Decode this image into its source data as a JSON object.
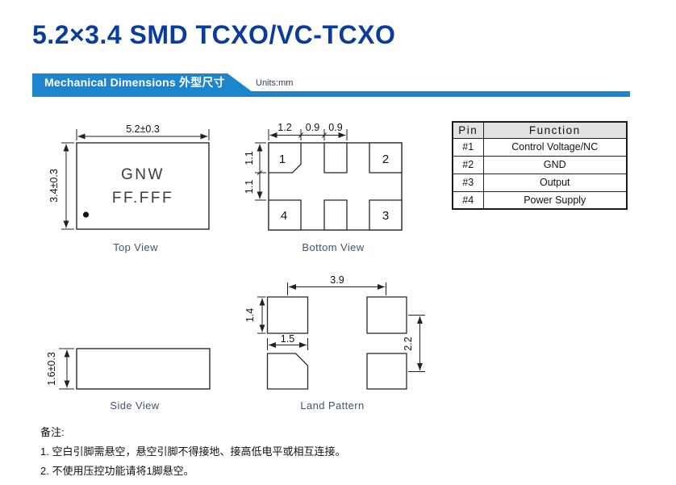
{
  "colors": {
    "title_blue": "#0b3c9b",
    "banner_blue": "#1c85cc",
    "units_navy": "#2e4156",
    "label_slate": "#44546a",
    "line_dark": "#222222",
    "table_header_bg": "#e2e2e2"
  },
  "header": {
    "title": "5.2×3.4 SMD TCXO/VC-TCXO"
  },
  "section_banner": {
    "label": "Mechanical Dimensions 外型尺寸",
    "units": "Units:mm"
  },
  "top_view": {
    "label": "Top View",
    "width_dim": "5.2±0.3",
    "height_dim": "3.4±0.3",
    "marking_line1": "GNW",
    "marking_line2": "FF.FFF"
  },
  "bottom_view": {
    "label": "Bottom View",
    "dim_pad_w": "1.2",
    "dim_gap": "0.9",
    "dim_mid_w": "0.9",
    "dim_v1": "1.1",
    "dim_v2": "1.1",
    "pad1": "1",
    "pad2": "2",
    "pad3": "3",
    "pad4": "4"
  },
  "side_view": {
    "label": "Side View",
    "height_dim": "1.6±0.3"
  },
  "land_pattern": {
    "label": "Land Pattern",
    "dim_span": "3.9",
    "dim_pad_h": "1.4",
    "dim_pad_w": "1.5",
    "dim_pitch": "2.2"
  },
  "pin_table": {
    "headers": [
      "Pin",
      "Function"
    ],
    "rows": [
      [
        "#1",
        "Control Voltage/NC"
      ],
      [
        "#2",
        "GND"
      ],
      [
        "#3",
        "Output"
      ],
      [
        "#4",
        "Power Supply"
      ]
    ]
  },
  "notes": {
    "heading": "备注:",
    "items": [
      "1. 空白引脚需悬空，悬空引脚不得接地、接高低电平或相互连接。",
      "2. 不使用压控功能请将1脚悬空。"
    ]
  }
}
